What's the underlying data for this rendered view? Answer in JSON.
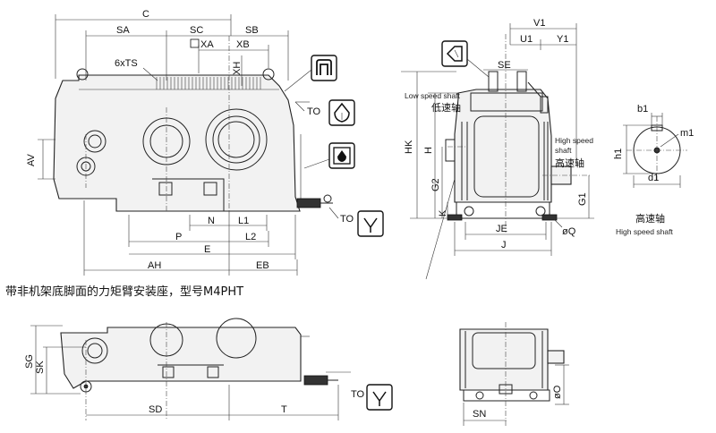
{
  "caption": "带非机架底脚面的力矩臂安装座，型号M4PHT",
  "dims_front": {
    "c": "C",
    "sa": "SA",
    "sc": "SC",
    "sb": "SB",
    "xa": "XA",
    "xb": "XB",
    "ts": "6xTS",
    "xh": "XH",
    "av": "AV",
    "n": "N",
    "l1": "L1",
    "p": "P",
    "l2": "L2",
    "e": "E",
    "ah": "AH",
    "eb": "EB",
    "to": "TO"
  },
  "dims_side": {
    "v1": "V1",
    "u1": "U1",
    "y1": "Y1",
    "se": "SE",
    "hk": "HK",
    "h": "H",
    "g2": "G2",
    "k": "K",
    "g1": "G1",
    "je": "JE",
    "j": "J",
    "q": "øQ",
    "low_en": "Low speed shaft",
    "low_cn": "低速轴",
    "high_en_1": "High speed",
    "high_en_2": "shaft",
    "high_cn": "高速轴"
  },
  "dims_shaft": {
    "b1": "b1",
    "m1": "m1",
    "h1": "h1",
    "d1": "d1",
    "cn": "高速轴",
    "en": "High speed shaft"
  },
  "dims_bottom": {
    "sg": "SG",
    "sk": "SK",
    "sd": "SD",
    "t": "T",
    "to": "TO",
    "sn": "SN",
    "o": "øO"
  }
}
